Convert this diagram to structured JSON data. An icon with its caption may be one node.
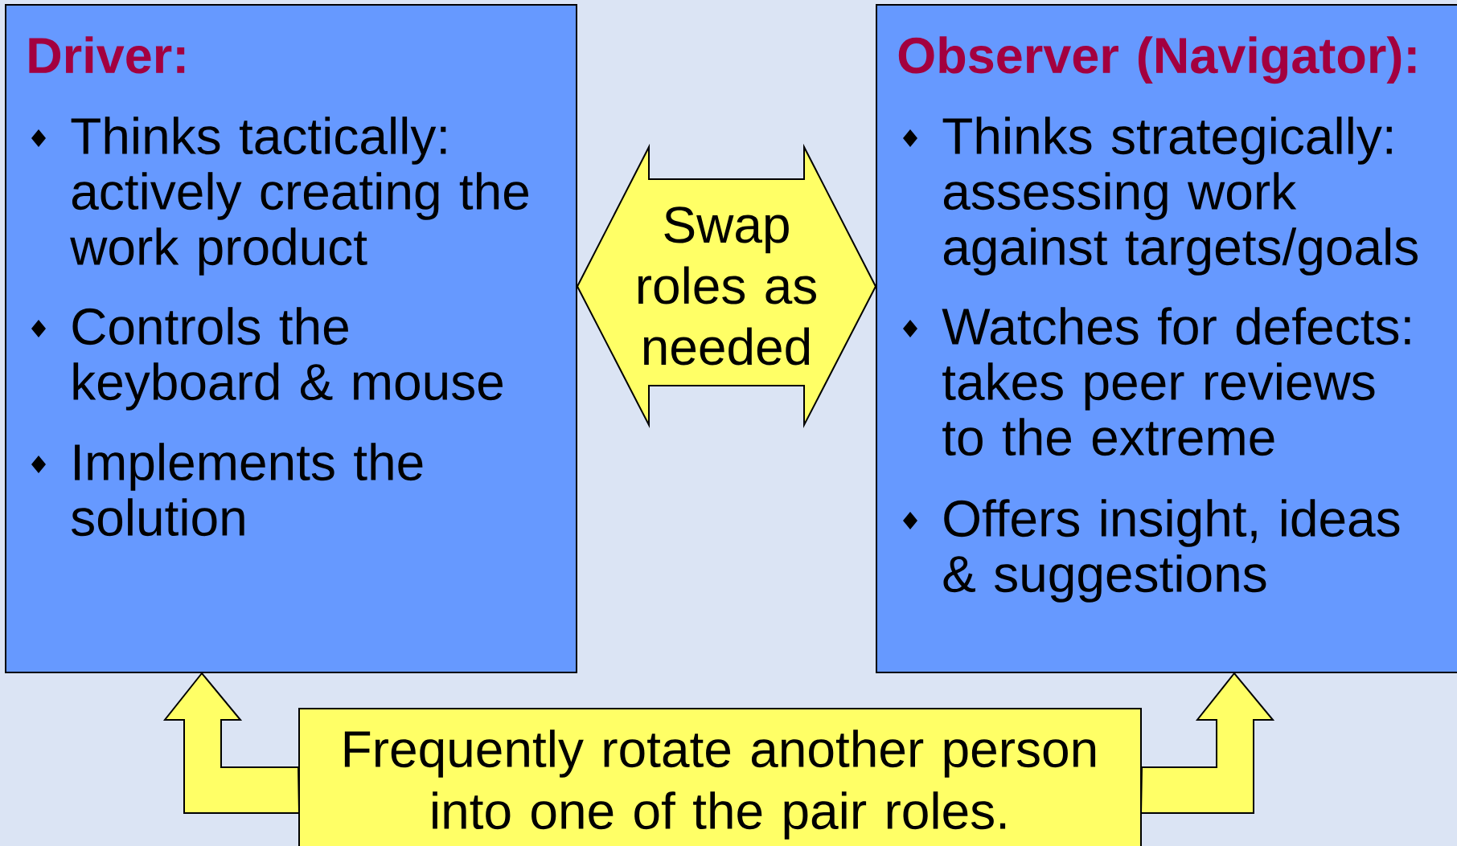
{
  "diagram": {
    "nodes": [
      {
        "text": [
          "Driver:",
          "Thinks tactically: actively creating the work product",
          "Controls the keyboard & mouse",
          "Implements the solution"
        ]
      },
      {
        "text": [
          "Observer (Navigator):",
          "Thinks strategically: assessing work against targets/goals",
          "Watches for defects: takes peer reviews to the extreme",
          "Offers insight, ideas & suggestions"
        ]
      },
      {
        "text": [
          "Frequently rotate another person into one of the pair roles."
        ]
      }
    ],
    "edges": [
      {
        "from": 0,
        "to": 1,
        "arrow": "both",
        "label": "Swap roles as needed"
      },
      {
        "from": 2,
        "to": 0,
        "arrow": "to"
      },
      {
        "from": 2,
        "to": 1,
        "arrow": "to"
      }
    ]
  }
}
